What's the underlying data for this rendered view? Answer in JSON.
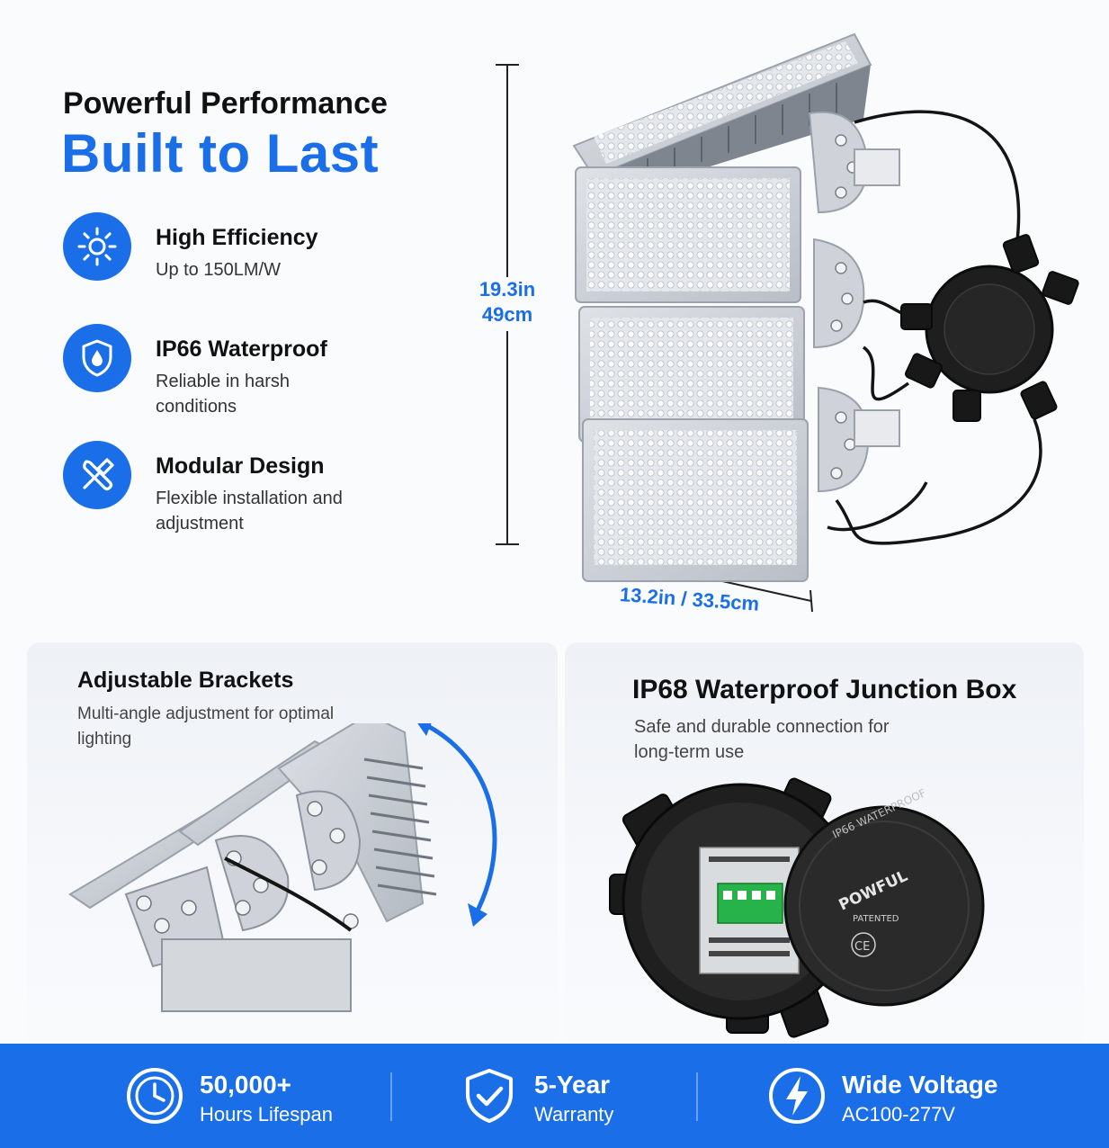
{
  "hero": {
    "title_line1": "Powerful Performance",
    "title_line2": "Built to Last"
  },
  "features": [
    {
      "icon": "sun-icon",
      "title": "High Efficiency",
      "description": "Up to 150LM/W"
    },
    {
      "icon": "water-shield-icon",
      "title": "IP66 Waterproof",
      "description": "Reliable in harsh conditions"
    },
    {
      "icon": "tools-icon",
      "title": "Modular Design",
      "description": "Flexible installation and adjustment"
    }
  ],
  "dimensions": {
    "height_in": "19.3in",
    "height_cm": "49cm",
    "width": "13.2in / 33.5cm"
  },
  "cards": {
    "brackets": {
      "title": "Adjustable Brackets",
      "description": "Multi-angle adjustment for optimal lighting"
    },
    "junction_box": {
      "title": "IP68 Waterproof Junction Box",
      "description": "Safe and durable connection for long-term use",
      "lid_text": "IP66 WATERPROOF",
      "brand": "POWFUL",
      "patented": "PATENTED",
      "ce": "CE"
    }
  },
  "specs": [
    {
      "icon": "clock-icon",
      "value": "50,000+",
      "label": "Hours Lifespan"
    },
    {
      "icon": "shield-check-icon",
      "value": "5-Year",
      "label": "Warranty"
    },
    {
      "icon": "lightning-icon",
      "value": "Wide Voltage",
      "label": "AC100-277V"
    }
  ],
  "colors": {
    "accent": "#1a6fe8",
    "text": "#111111",
    "housing": "#c9cdd3",
    "junction": "#1c1c1c"
  }
}
